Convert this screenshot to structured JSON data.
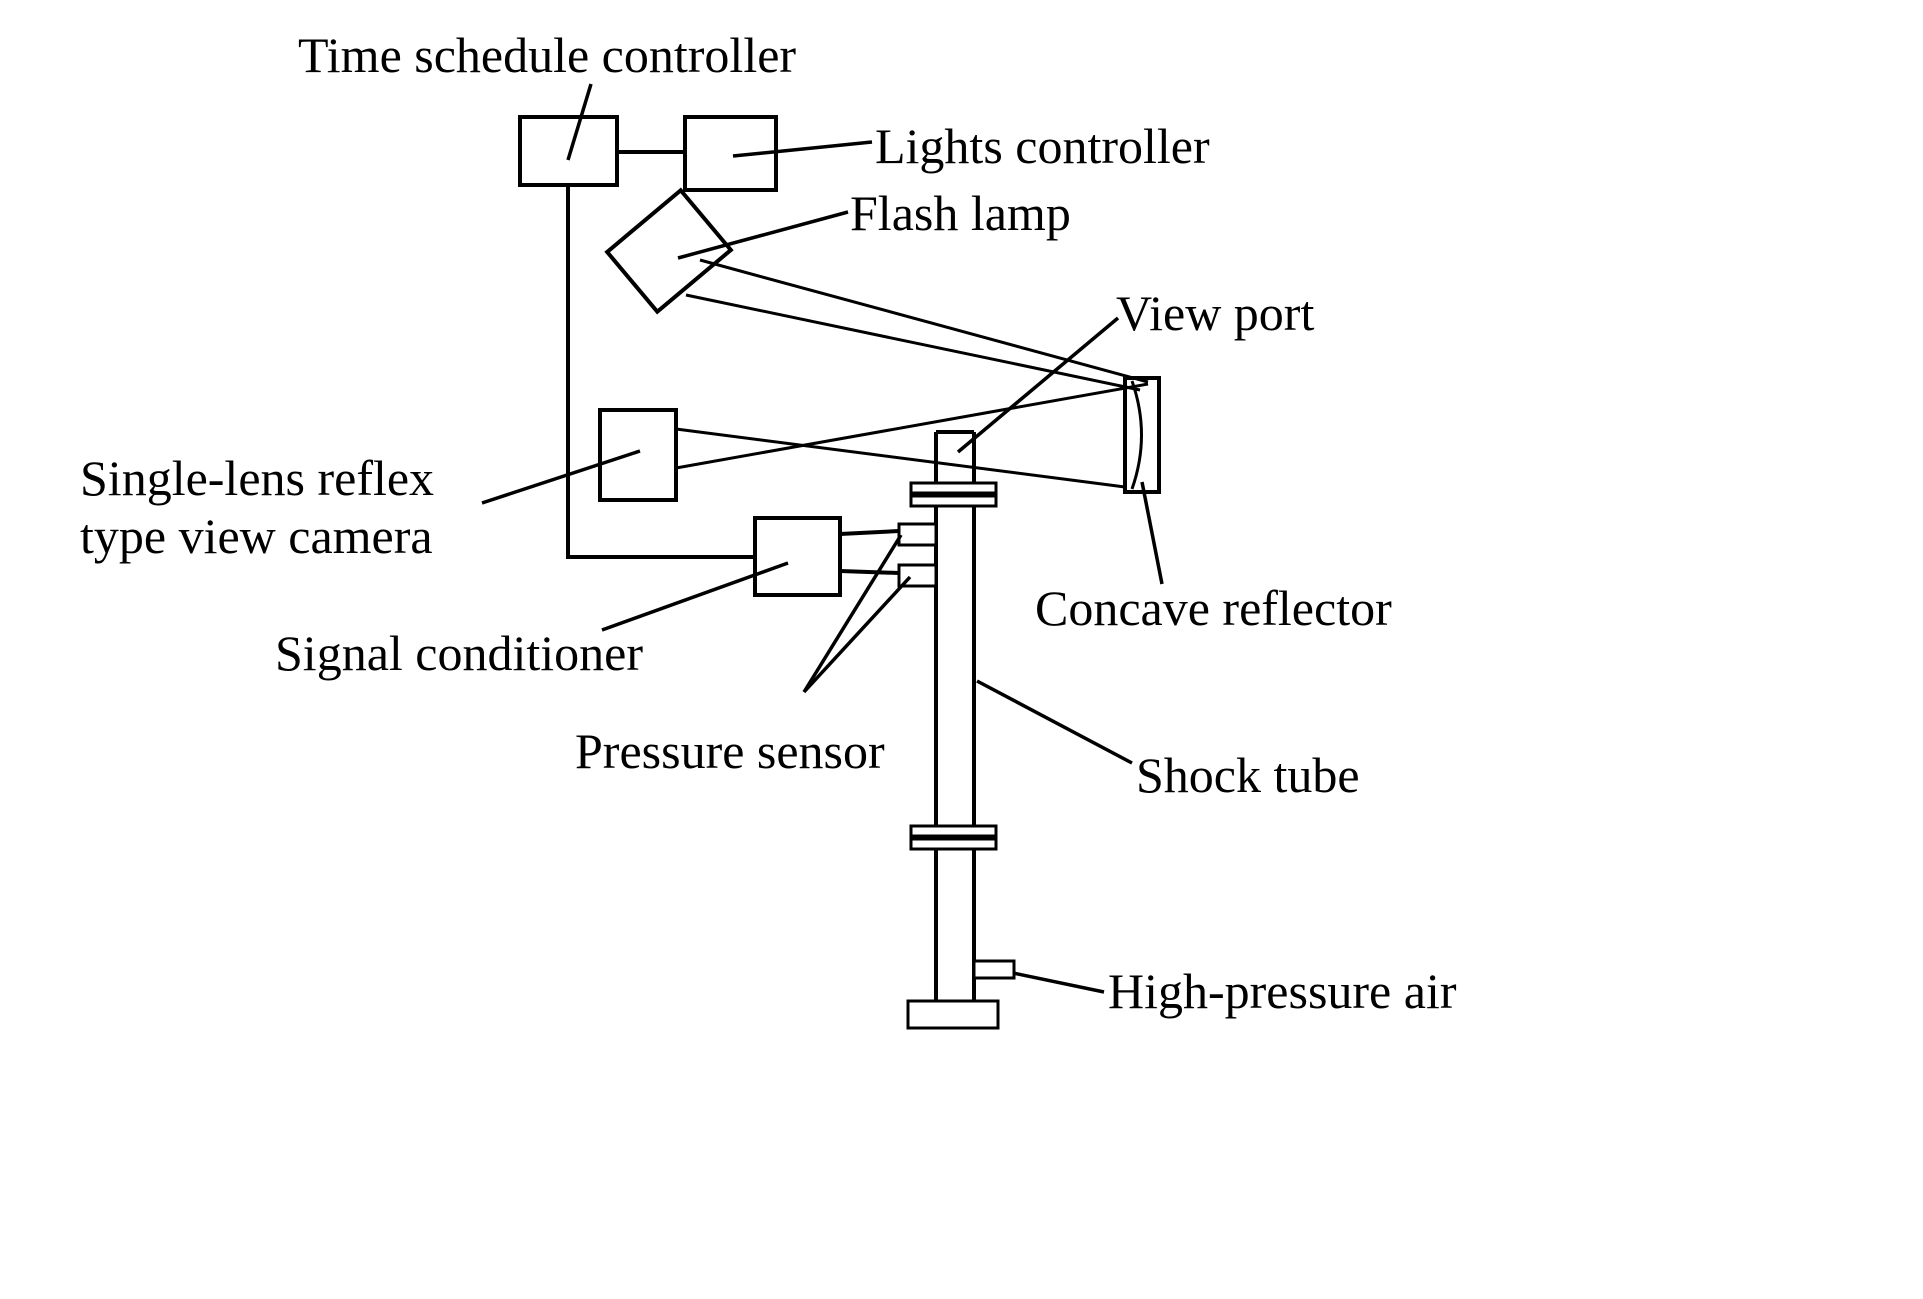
{
  "diagram": {
    "title": "Shock tube optical measurement setup schematic",
    "colors": {
      "line": "#000000",
      "background": "#ffffff"
    },
    "labels": {
      "time_schedule_controller": "Time schedule controller",
      "lights_controller": "Lights controller",
      "flash_lamp": "Flash lamp",
      "view_port": "View port",
      "camera_line1": "Single-lens reflex",
      "camera_line2": "type view camera",
      "signal_conditioner": "Signal conditioner",
      "pressure_sensor": "Pressure sensor",
      "concave_reflector": "Concave reflector",
      "shock_tube": "Shock tube",
      "high_pressure_air": "High-pressure air"
    }
  }
}
